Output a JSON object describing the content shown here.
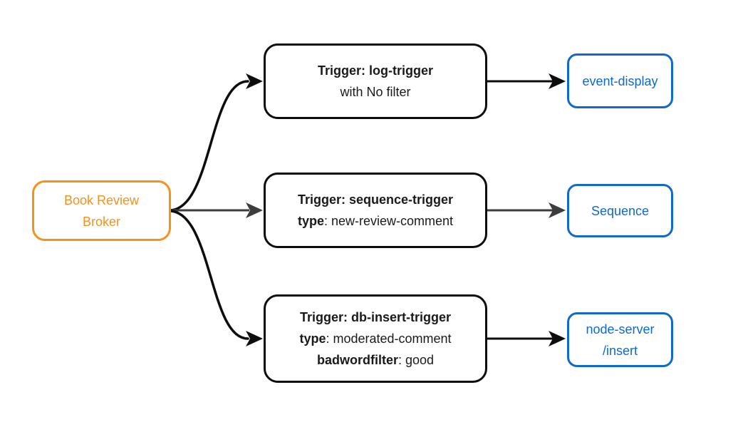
{
  "colors": {
    "background": "#ffffff",
    "broker-accent": "#f5921e",
    "trigger-border": "#0d0d0d",
    "trigger-text": "#1a1a1a",
    "destination-accent": "#1169c9",
    "arrow-dark": "#0d0d0d",
    "arrow-gray": "#3d3d3d"
  },
  "broker": {
    "line1": "Book Review",
    "line2": "Broker"
  },
  "rows": [
    {
      "trigger": {
        "title": "Trigger: log-trigger",
        "line2_bold": "",
        "line2_rest": "with No filter"
      },
      "destination": {
        "line1": "event-display"
      }
    },
    {
      "trigger": {
        "title": "Trigger: sequence-trigger",
        "line2_bold": "type",
        "line2_rest": ": new-review-comment"
      },
      "destination": {
        "line1": "Sequence"
      }
    },
    {
      "trigger": {
        "title": "Trigger: db-insert-trigger",
        "line2_bold": "type",
        "line2_rest": ": moderated-comment",
        "line3_bold": "badwordfilter",
        "line3_rest": ": good"
      },
      "destination": {
        "line1": "node-server",
        "line2": "/insert"
      }
    }
  ]
}
